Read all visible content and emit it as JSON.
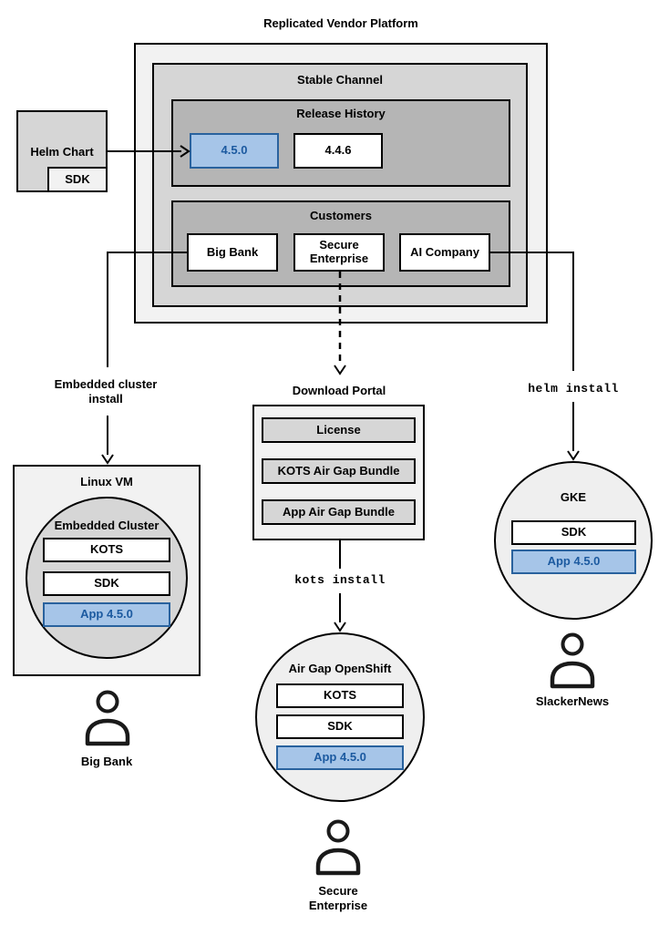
{
  "title": "Replicated Vendor Platform",
  "stable_channel": {
    "label": "Stable Channel",
    "release_history": {
      "label": "Release History",
      "releases": [
        "4.5.0",
        "4.4.6"
      ],
      "highlighted_release": "4.5.0"
    },
    "customers": {
      "label": "Customers",
      "items": [
        "Big Bank",
        "Secure Enterprise",
        "AI Company"
      ]
    }
  },
  "helm_chart": {
    "label": "Helm Chart",
    "sdk": "SDK"
  },
  "labels": {
    "embedded_install_line1": "Embedded cluster",
    "embedded_install_line2": "install",
    "download_portal": "Download Portal",
    "helm_install": "helm install",
    "kots_install": "kots install"
  },
  "download_portal": {
    "items": [
      "License",
      "KOTS Air Gap Bundle",
      "App Air Gap Bundle"
    ]
  },
  "linux_vm": {
    "label": "Linux VM",
    "cluster": {
      "label": "Embedded Cluster",
      "items": [
        "KOTS",
        "SDK"
      ],
      "app": "App 4.5.0"
    }
  },
  "openshift": {
    "label": "Air Gap OpenShift",
    "items": [
      "KOTS",
      "SDK"
    ],
    "app": "App 4.5.0"
  },
  "gke": {
    "label": "GKE",
    "items": [
      "SDK"
    ],
    "app": "App 4.5.0"
  },
  "users": [
    {
      "name": "Big Bank"
    },
    {
      "name": "Secure Enterprise"
    },
    {
      "name": "SlackerNews"
    }
  ],
  "colors": {
    "canvas_bg": "#ffffff",
    "container_fill": "#f2f2f2",
    "channel_fill": "#d6d6d6",
    "group_fill": "#b5b5b5",
    "node_fill": "#ffffff",
    "highlight_fill": "#a6c5e8",
    "highlight_border": "#29629e",
    "highlight_text": "#1c5aa0",
    "stroke": "#000000"
  }
}
